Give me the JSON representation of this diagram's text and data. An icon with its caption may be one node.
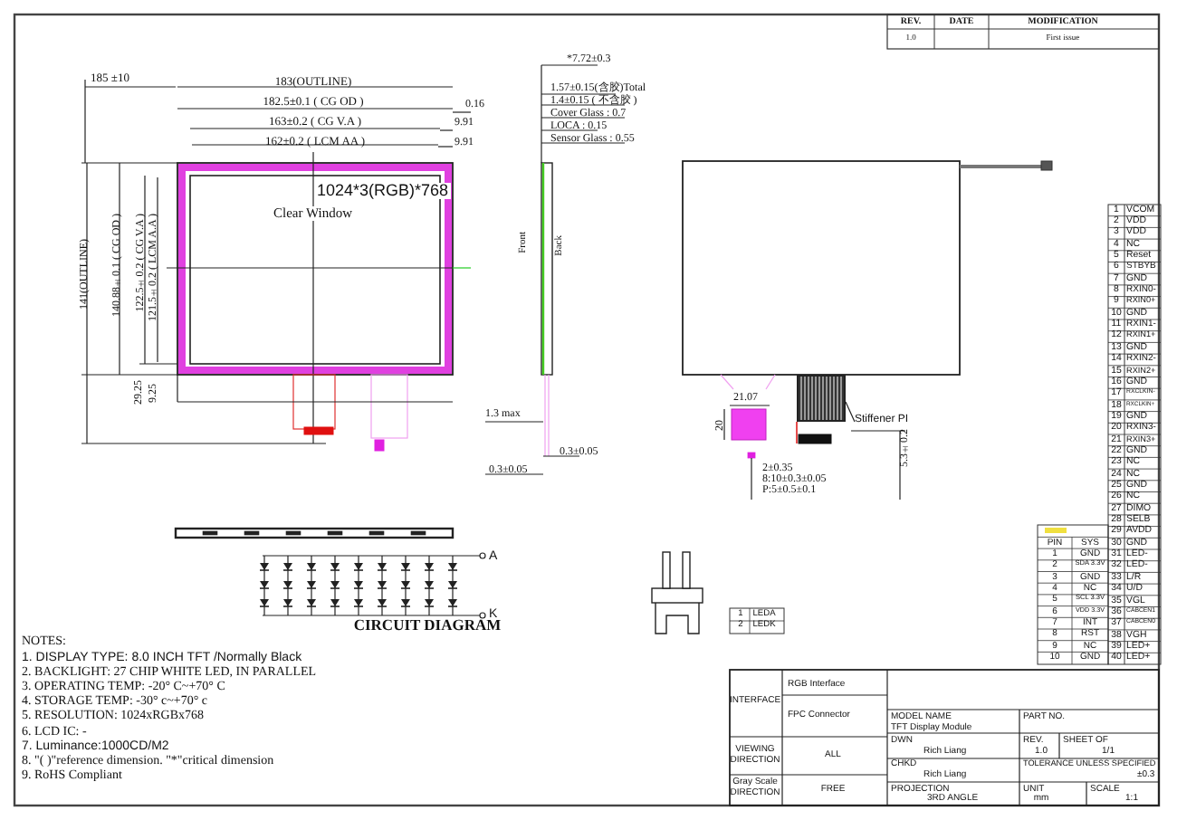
{
  "diagram": {
    "nodes": [
      {
        "text": [
          "Stiffener PI"
        ]
      },
      {
        "text": [],
        "shape": "box"
      }
    ],
    "edges": [
      {
        "from": 0,
        "to": 1,
        "arrow": "none"
      }
    ],
    "labels": [
      "185 ±10",
      "183(OUTLINE)",
      "182.5±0.1 ( CG OD )",
      "0.16",
      "163±0.2 ( CG V.A )",
      "9.91",
      "162±0.2 ( LCM  AA )",
      "9.91",
      "1024*3(RGB)*768",
      "Clear  Window",
      "141(OUTLINE)",
      "140.88±0.1 ( CG OD )",
      "122.5±0.2 ( CG V.A )",
      "121.5±0.2 ( LCM A.A )",
      "29.25",
      "9.25",
      "*7.72±0.3",
      "1.57±0.15(含胶)Total",
      "1.4±0.15 ( 不含胶 )",
      "Cover Glass : 0.7",
      "LOCA : 0.15",
      "Sensor Glass : 0.55",
      "Front",
      "Back",
      "1.3 max",
      "0.3±0.05",
      "0.3±0.05",
      "21.07",
      "20",
      "2±0.35",
      "8:10±0.3±0.05",
      "P:5±0.5±0.1",
      "5.3±0.2",
      "1",
      "VCOM",
      "2",
      "VDD",
      "3",
      "VDD",
      "4",
      "NC",
      "5",
      "Reset",
      "6",
      "STBYB",
      "7",
      "GND",
      "8",
      "RXIN0-",
      "9",
      "RXIN0+",
      "10",
      "GND",
      "11",
      "RXIN1-",
      "12",
      "RXIN1+",
      "13",
      "GND",
      "14",
      "RXIN2-",
      "15",
      "RXIN2+",
      "16",
      "GND",
      "17",
      "RXCLKIN-",
      "18",
      "RXCLKIN+",
      "19",
      "GND",
      "20",
      "RXIN3-",
      "21",
      "RXIN3+",
      "22",
      "GND",
      "23",
      "NC",
      "24",
      "NC",
      "25",
      "GND",
      "26",
      "NC",
      "27",
      "DIMO",
      "28",
      "SELB",
      "29",
      "AVDD",
      "30",
      "GND",
      "31",
      "LED-",
      "32",
      "LED-",
      "33",
      "L/R",
      "34",
      "U/D",
      "35",
      "VGL",
      "36",
      "CABCEN1",
      "37",
      "CABCEN0",
      "38",
      "VGH",
      "39",
      "LED+",
      "40",
      "LED+",
      "PIN",
      "SYS",
      "1",
      "GND",
      "2",
      "SDA 3.3V",
      "3",
      "GND",
      "4",
      "NC",
      "5",
      "SCL 3.3V",
      "6",
      "VDD 3.3V",
      "7",
      "INT",
      "8",
      "RST",
      "9",
      "NC",
      "10",
      "GND",
      "1",
      "LEDA",
      "2",
      "LEDK",
      "A",
      "K",
      "CIRCUIT DIAGRAM",
      "NOTES:",
      "1. DISPLAY TYPE: 8.0 INCH TFT /Normally Black",
      "2. BACKLIGHT: 27 CHIP WHITE LED, IN PARALLEL",
      "3. OPERATING TEMP: -20° C~+70° C",
      "4. STORAGE TEMP: -30° c~+70° c",
      "5. RESOLUTION: 1024xRGBx768",
      "6. LCD IC: -",
      "7. Luminance:1000CD/M2",
      "8. \"( )\"reference dimension. \"*\"critical dimension",
      "9. RoHS Compliant",
      "REV.",
      "DATE",
      "MODIFICATION",
      "1.0",
      "First issue",
      "INTERFACE",
      "RGB Interface",
      "FPC Connector",
      "MODEL NAME",
      "PART NO.",
      "TFT Display Module",
      "VIEWING DIRECTION",
      "ALL",
      "DWN",
      "REV.",
      "SHEET OF",
      "Rich Liang",
      "1.0",
      "1/1",
      "CHKD",
      "TOLERANCE UNLESS SPECIFIED",
      "Rich Liang",
      "±0.3",
      "Gray Scale DIRECTION",
      "FREE",
      "PROJECTION",
      "UNIT",
      "SCALE",
      "3RD ANGLE",
      "mm",
      "1:1"
    ]
  }
}
